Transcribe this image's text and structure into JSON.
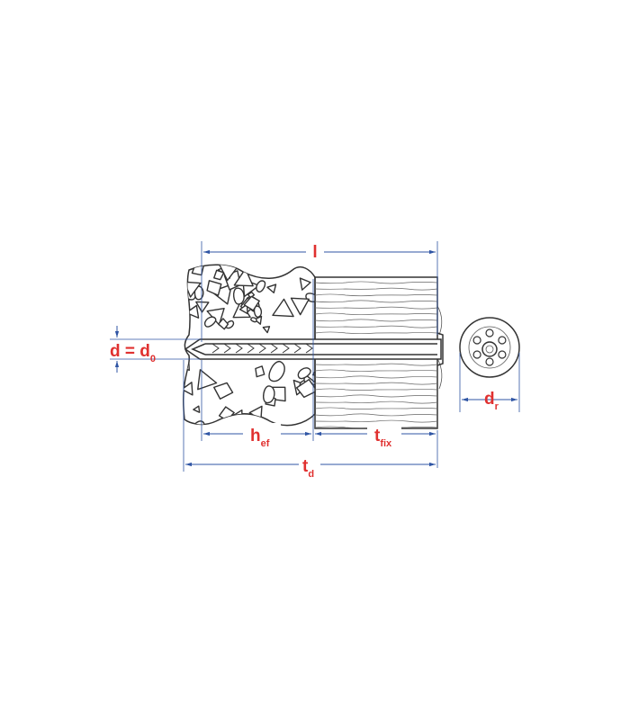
{
  "colors": {
    "label": "#e0302f",
    "dimension": "#2f55a4",
    "outline": "#333333"
  },
  "labels": {
    "l": "l",
    "d_main": "d = d",
    "d_sub": "0",
    "hef_main": "h",
    "hef_sub": "ef",
    "tfix_main": "t",
    "tfix_sub": "fix",
    "td_main": "t",
    "td_sub": "d",
    "dr_main": "d",
    "dr_sub": "r"
  }
}
